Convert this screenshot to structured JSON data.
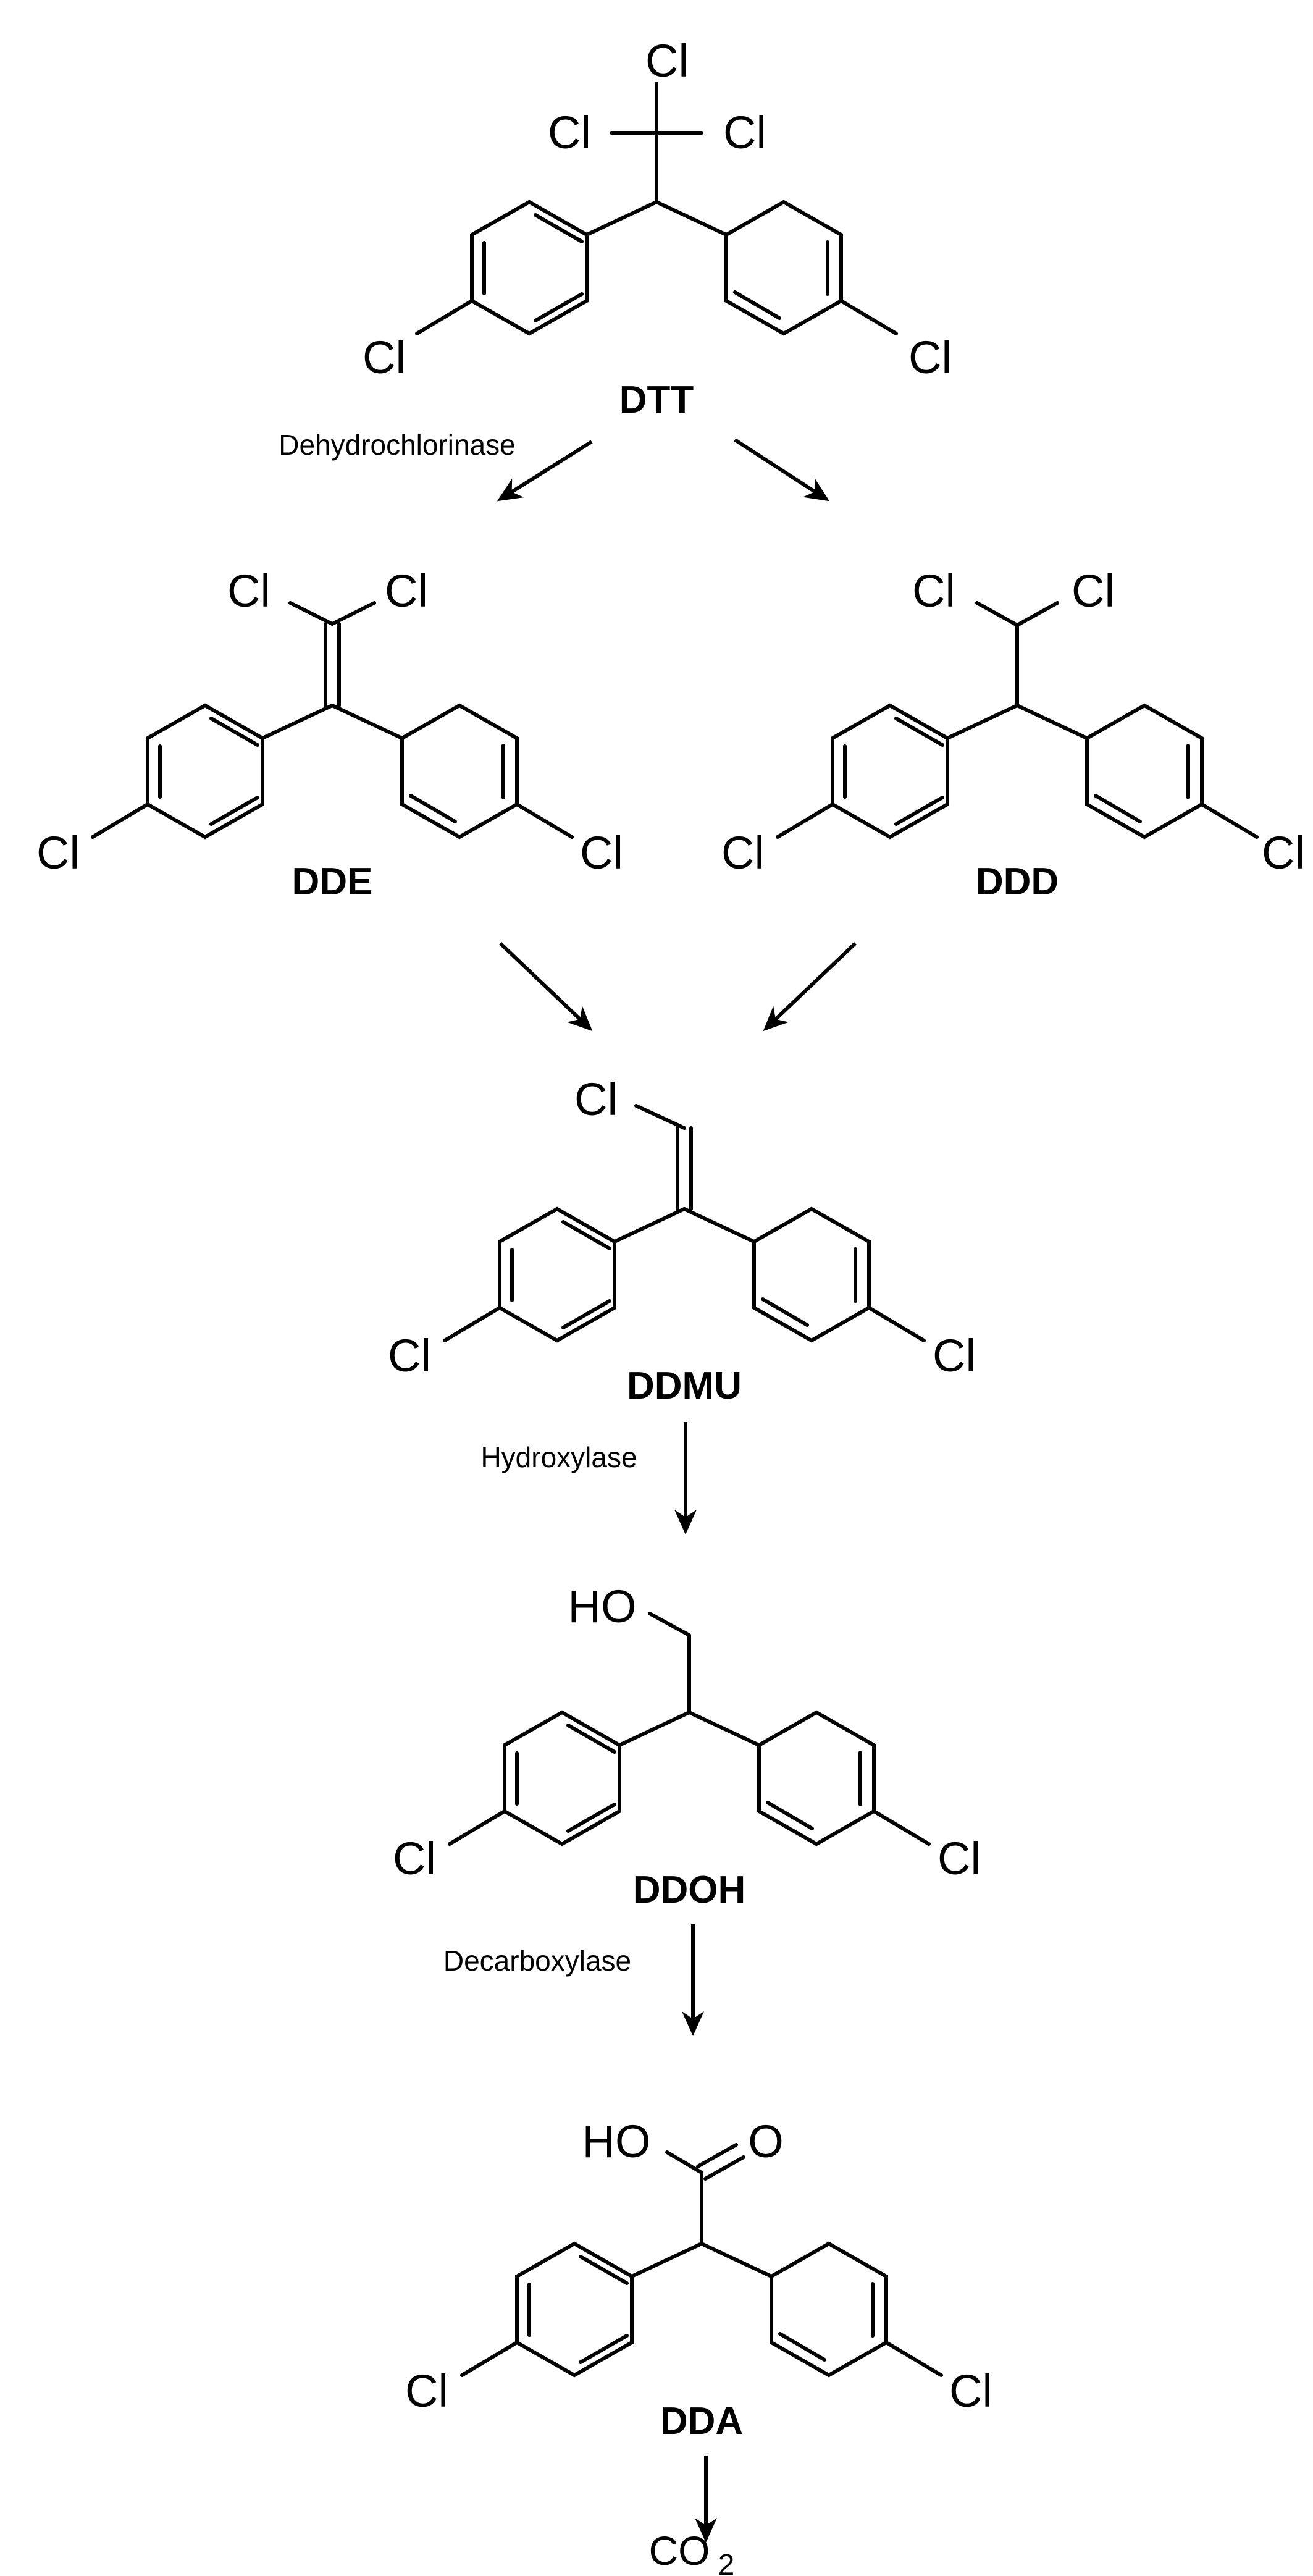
{
  "compounds": {
    "dtt": {
      "name": "DTT",
      "atoms": {
        "cl_top": "Cl",
        "cl_left": "Cl",
        "cl_right": "Cl",
        "cl_ring_left": "Cl",
        "cl_ring_right": "Cl"
      }
    },
    "dde": {
      "name": "DDE",
      "atoms": {
        "cl_a": "Cl",
        "cl_b": "Cl",
        "cl_ring_left": "Cl",
        "cl_ring_right": "Cl"
      }
    },
    "ddd": {
      "name": "DDD",
      "atoms": {
        "cl_a": "Cl",
        "cl_b": "Cl",
        "cl_ring_left": "Cl",
        "cl_ring_right": "Cl"
      }
    },
    "ddmu": {
      "name": "DDMU",
      "atoms": {
        "cl_top": "Cl",
        "cl_ring_left": "Cl",
        "cl_ring_right": "Cl"
      }
    },
    "ddoh": {
      "name": "DDOH",
      "atoms": {
        "ho": "HO",
        "cl_ring_left": "Cl",
        "cl_ring_right": "Cl"
      }
    },
    "dda": {
      "name": "DDA",
      "atoms": {
        "ho": "HO",
        "o": "O",
        "cl_ring_left": "Cl",
        "cl_ring_right": "Cl"
      }
    }
  },
  "enzymes": {
    "dehydrochlorinase": "Dehydrochlorinase",
    "hydroxylase": "Hydroxylase",
    "decarboxylase": "Decarboxylase"
  },
  "product": {
    "main": "CO",
    "subscript": "2"
  }
}
